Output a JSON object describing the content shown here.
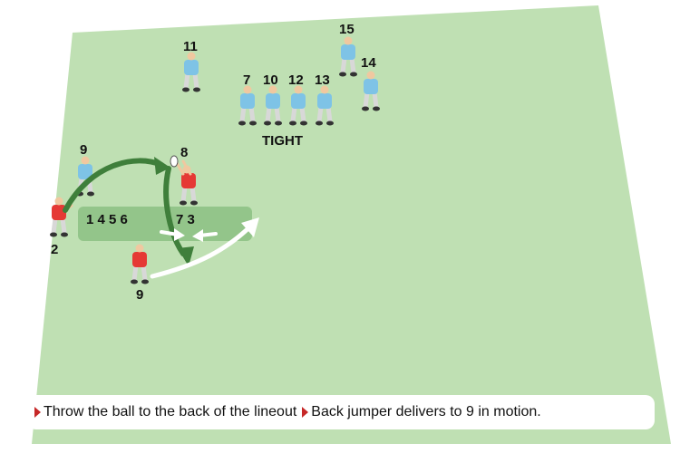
{
  "diagram": {
    "label_tight": "TIGHT",
    "lineout_numbers_front": "1 4 5 6",
    "lineout_numbers_back": "7 3",
    "colors": {
      "pitch": "#bfe0b3",
      "zone": "#93c58a",
      "attack_shirt": "#e53935",
      "defence_shirt": "#7ec3e6",
      "arrow_pass": "#3f7f3b",
      "arrow_run": "#ffffff"
    },
    "attackers": [
      {
        "number": "2"
      },
      {
        "number": "8"
      },
      {
        "number": "9"
      }
    ],
    "defenders": [
      {
        "number": "9"
      },
      {
        "number": "11"
      },
      {
        "number": "7"
      },
      {
        "number": "10"
      },
      {
        "number": "12"
      },
      {
        "number": "13"
      },
      {
        "number": "15"
      },
      {
        "number": "14"
      }
    ]
  },
  "caption": {
    "step1": "Throw the ball to the back of the lineout",
    "step2": "Back jumper delivers to 9 in motion."
  }
}
